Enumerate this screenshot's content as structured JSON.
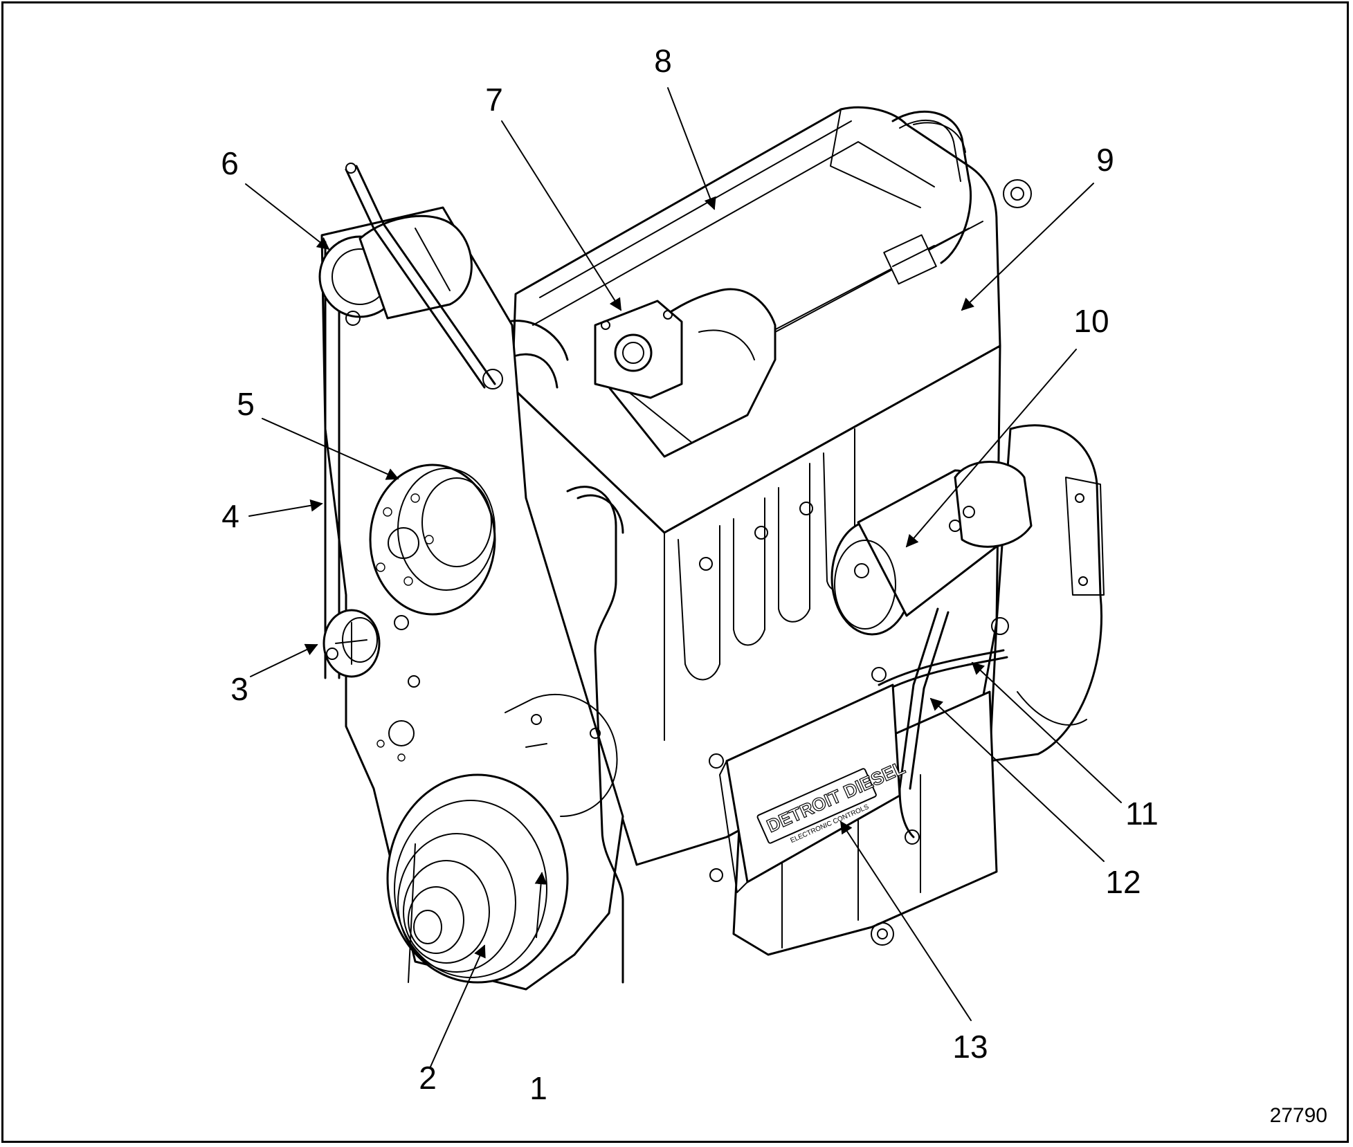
{
  "figure": {
    "figure_number": "27790",
    "logo": {
      "brand": "DETROIT DIESEL",
      "subtitle": "ELECTRONIC CONTROLS"
    },
    "callouts": [
      {
        "id": "1",
        "label": "1"
      },
      {
        "id": "2",
        "label": "2"
      },
      {
        "id": "3",
        "label": "3"
      },
      {
        "id": "4",
        "label": "4"
      },
      {
        "id": "5",
        "label": "5"
      },
      {
        "id": "6",
        "label": "6"
      },
      {
        "id": "7",
        "label": "7"
      },
      {
        "id": "8",
        "label": "8"
      },
      {
        "id": "9",
        "label": "9"
      },
      {
        "id": "10",
        "label": "10"
      },
      {
        "id": "11",
        "label": "11"
      },
      {
        "id": "12",
        "label": "12"
      },
      {
        "id": "13",
        "label": "13"
      }
    ]
  }
}
